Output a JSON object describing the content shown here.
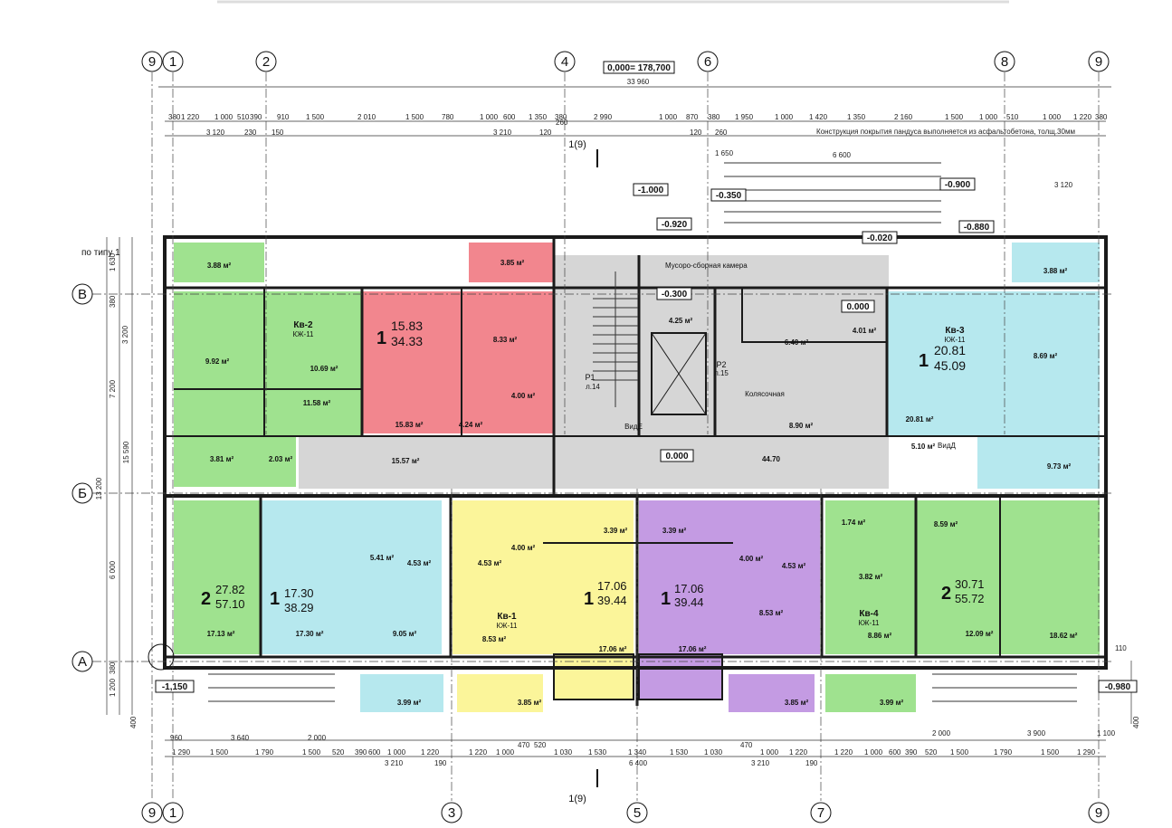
{
  "header": {
    "zero_level": "0,000= 178,700"
  },
  "axes": {
    "top": [
      "9",
      "1",
      "2",
      "4",
      "6",
      "8",
      "9"
    ],
    "bottom": [
      "9",
      "1",
      "3",
      "5",
      "7",
      "9"
    ],
    "left": [
      "В",
      "Б",
      "А"
    ]
  },
  "overall_dimensions": {
    "total_width": "33 960",
    "total_height": "13 200",
    "inner_height": "15 590",
    "right_depth": "6 600"
  },
  "levels": [
    "-1.000",
    "-0.920",
    "-0.350",
    "-0.900",
    "-0.880",
    "-0.020",
    "-0.300",
    "0.000",
    "0.000",
    "-1,150",
    "-0.980"
  ],
  "notes": {
    "ramp": "Конструкция покрытия пандуса выполняется из асфальтобетона, толщ.30мм",
    "typical": "по типу 1"
  },
  "section_marks": {
    "top": "1(9)",
    "bottom": "1(9)"
  },
  "stair_labels": {
    "p1": "Р1",
    "p1_ref": "л.14",
    "p2": "Р2",
    "p2_ref": "л.15",
    "garbage": "Мусоро-сборная камера",
    "pram": "Колясочная",
    "view_e": "ВидЕ",
    "view_d": "ВидД"
  },
  "apartments": [
    {
      "name": "Кв-2",
      "type": "КЖ-11",
      "rooms": "",
      "living": "",
      "total": ""
    },
    {
      "name": "",
      "type": "",
      "rooms": "1",
      "living": "15.83",
      "total": "34.33"
    },
    {
      "name": "Кв-3",
      "type": "КЖ-11",
      "rooms": "1",
      "living": "20.81",
      "total": "45.09"
    },
    {
      "name": "",
      "type": "",
      "rooms": "2",
      "living": "27.82",
      "total": "57.10"
    },
    {
      "name": "",
      "type": "",
      "rooms": "1",
      "living": "17.30",
      "total": "38.29"
    },
    {
      "name": "Кв-1",
      "type": "КЖ-11",
      "rooms": "",
      "living": "",
      "total": ""
    },
    {
      "name": "",
      "type": "",
      "rooms": "1",
      "living": "17.06",
      "total": "39.44"
    },
    {
      "name": "",
      "type": "",
      "rooms": "1",
      "living": "17.06",
      "total": "39.44"
    },
    {
      "name": "Кв-4",
      "type": "КЖ-11",
      "rooms": "2",
      "living": "30.71",
      "total": "55.72"
    }
  ],
  "room_areas": [
    "3.88 м²",
    "3.85 м²",
    "3.88 м²",
    "9.92 м²",
    "10.69 м²",
    "11.58 м²",
    "8.33 м²",
    "4.00 м²",
    "15.83 м²",
    "4.24 м²",
    "6.40 м²",
    "4.01 м²",
    "8.90 м²",
    "8.69 м²",
    "20.81 м²",
    "3.81 м²",
    "2.03 м²",
    "15.57 м²",
    "44.70",
    "5.10 м²",
    "9.73 м²",
    "4.25 м²",
    "17.13 м²",
    "5.41 м²",
    "4.53 м²",
    "4.53 м²",
    "4.00 м²",
    "3.39 м²",
    "3.39 м²",
    "4.00 м²",
    "4.53 м²",
    "1.74 м²",
    "8.59 м²",
    "3.82 м²",
    "17.30 м²",
    "9.05 м²",
    "8.53 м²",
    "17.06 м²",
    "17.06 м²",
    "8.53 м²",
    "8.86 м²",
    "12.09 м²",
    "18.62 м²",
    "3.99 м²",
    "3.85 м²",
    "3.85 м²",
    "3.99 м²"
  ],
  "dimension_rows": {
    "top_row1": [
      "380",
      "1 220",
      "1 000",
      "510",
      "390",
      "910",
      "1 500",
      "2 010",
      "1 500",
      "780",
      "1 000",
      "600",
      "1 350",
      "380",
      "2 990",
      "1 000",
      "870",
      "380",
      "1 950",
      "1 000",
      "1 420",
      "1 350",
      "2 160",
      "1 500",
      "1 000",
      "510",
      "1 000",
      "1 220",
      "380"
    ],
    "top_row2": [
      "3 120",
      "230",
      "150",
      "3 210",
      "120",
      "260",
      "120",
      "260",
      "1 650",
      "3 120"
    ],
    "bottom_row1": [
      "1 290",
      "1 500",
      "1 790",
      "1 500",
      "520",
      "390",
      "600",
      "1 000",
      "1 220",
      "1 220",
      "1 000",
      "470",
      "520",
      "1 030",
      "1 530",
      "1 340",
      "1 530",
      "1 030",
      "470",
      "1 000",
      "1 220",
      "1 220",
      "1 000",
      "600",
      "390",
      "520",
      "1 500",
      "1 790",
      "1 500",
      "1 290"
    ],
    "bottom_row2": [
      "960",
      "3 640",
      "2 000",
      "3 210",
      "190",
      "6 400",
      "3 210",
      "190",
      "2 000",
      "3 900",
      "1 100"
    ],
    "left_col": [
      "1 630",
      "380",
      "3 200",
      "7 200",
      "6 000",
      "380",
      "1 200",
      "400"
    ],
    "right_col": [
      "400",
      "110"
    ]
  },
  "colors": {
    "green": "#9fe28f",
    "red": "#f2868e",
    "cyan": "#b6e8ee",
    "yellow": "#fbf59a",
    "purple": "#c49be3",
    "grey": "#d6d6d6",
    "wall": "#1a1a1a"
  }
}
